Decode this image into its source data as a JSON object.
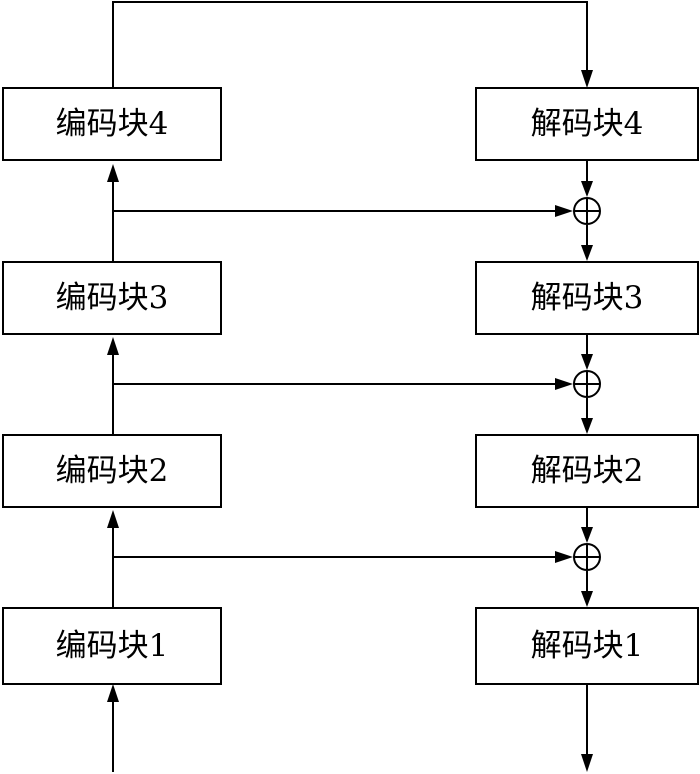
{
  "encoder": {
    "blocks": [
      "编码块1",
      "编码块2",
      "编码块3",
      "编码块4"
    ]
  },
  "decoder": {
    "blocks": [
      "解码块1",
      "解码块2",
      "解码块3",
      "解码块4"
    ]
  },
  "colors": {
    "line": "#000000",
    "box_fill": "#ffffff",
    "background": "#ffffff"
  },
  "icons": {
    "sum": "circle-plus-icon"
  }
}
